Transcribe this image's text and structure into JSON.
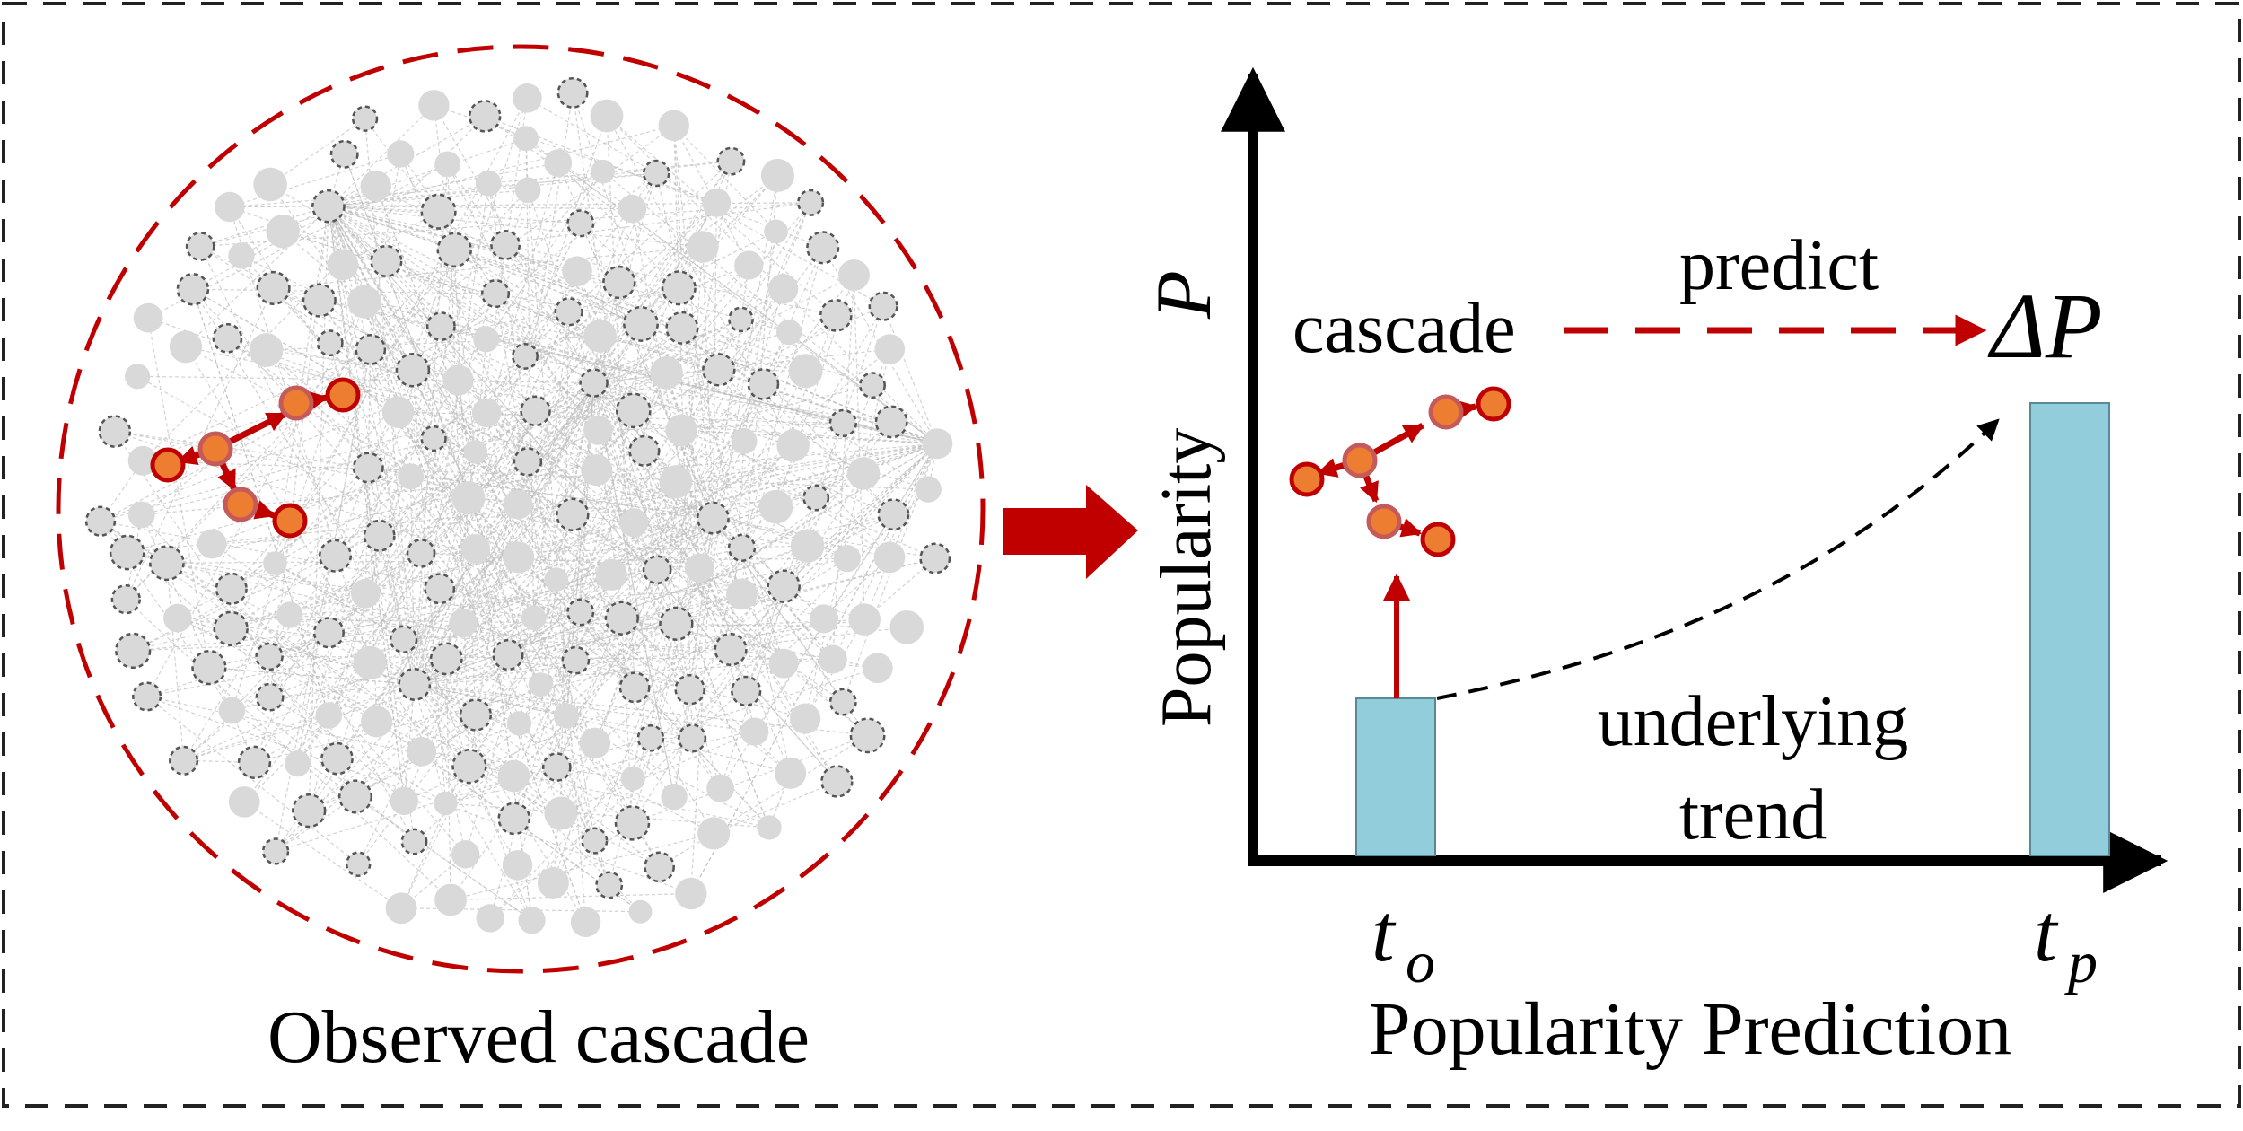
{
  "left_panel": {
    "caption": "Observed cascade"
  },
  "right_panel": {
    "caption": "Popularity Prediction",
    "y_axis_label": "Popularity",
    "y_axis_symbol": "P",
    "cascade_label": "cascade",
    "predict_label": "predict",
    "delta_label": "ΔP",
    "trend_label_line1": "underlying",
    "trend_label_line2": "trend",
    "t_observed": "t",
    "t_observed_sub": "o",
    "t_predicted": "t",
    "t_predicted_sub": "p"
  },
  "colors": {
    "accent_red": "#C00000",
    "node_orange": "#ED7D31",
    "node_gray": "#D9D9D9",
    "bar_blue": "#92CDDC",
    "edge_gray": "#BFBFBF"
  }
}
